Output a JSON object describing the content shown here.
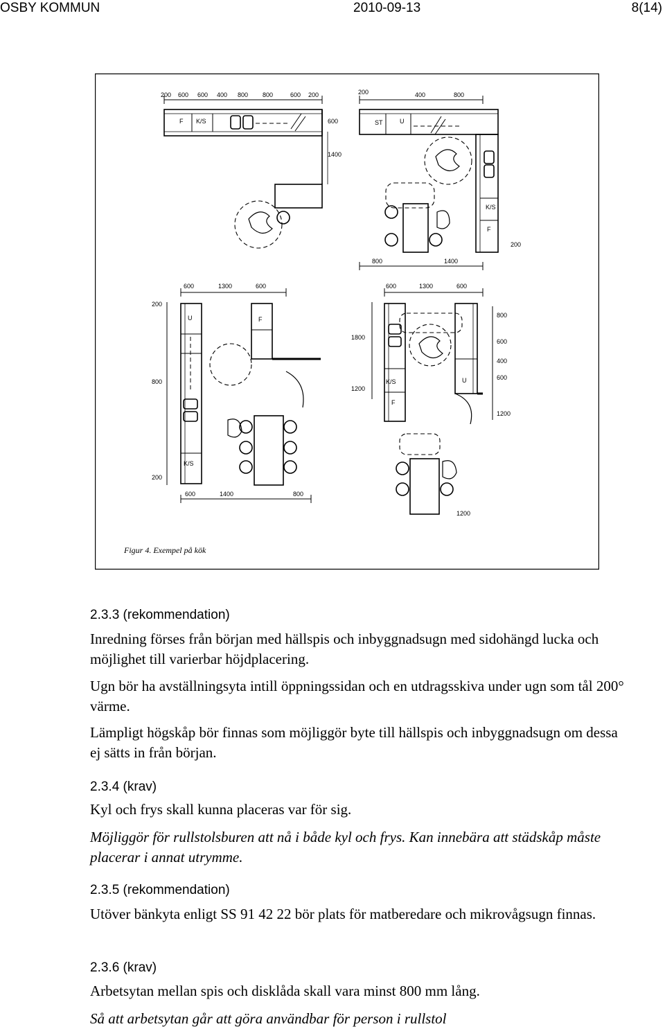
{
  "header": {
    "org": "OSBY KOMMUN",
    "date": "2010-09-13",
    "page": "8(14)"
  },
  "figure": {
    "caption": "Figur 4. Exempel på kök",
    "labels": {
      "f": "F",
      "ks": "K/S",
      "u": "U",
      "st": "ST",
      "d200": "200",
      "d400": "400",
      "d600": "600",
      "d800": "800",
      "d1200": "1200",
      "d1300": "1300",
      "d1400": "1400",
      "d1800": "1800"
    }
  },
  "sections": [
    {
      "heading": "2.3.3 (rekommendation)",
      "p1": "Inredning förses från början med hällspis och inbyggnadsugn med sidohängd lucka och möjlighet till varierbar höjdplacering.",
      "p2": "Ugn bör ha avställningsyta intill öppningssidan och en utdragsskiva under ugn som tål 200° värme.",
      "p3": "Lämpligt högskåp bör finnas som möjliggör byte till hällspis och inbyggnadsugn om dessa ej sätts in från början."
    },
    {
      "heading": "2.3.4 (krav)",
      "p1": "Kyl och frys skall kunna placeras var för sig.",
      "p2": "Möjliggör för rullstolsburen att nå i både kyl och frys. Kan innebära att städskåp måste placerar i annat utrymme."
    },
    {
      "heading": "2.3.5 (rekommendation)",
      "p1": "Utöver bänkyta enligt SS 91 42 22 bör plats för matberedare och mikrovågsugn finnas."
    },
    {
      "heading": "2.3.6 (krav)",
      "p1": "Arbetsytan mellan spis och disklåda skall vara minst 800 mm lång.",
      "p2": "Så att arbetsytan går att göra användbar för person i rullstol"
    }
  ]
}
